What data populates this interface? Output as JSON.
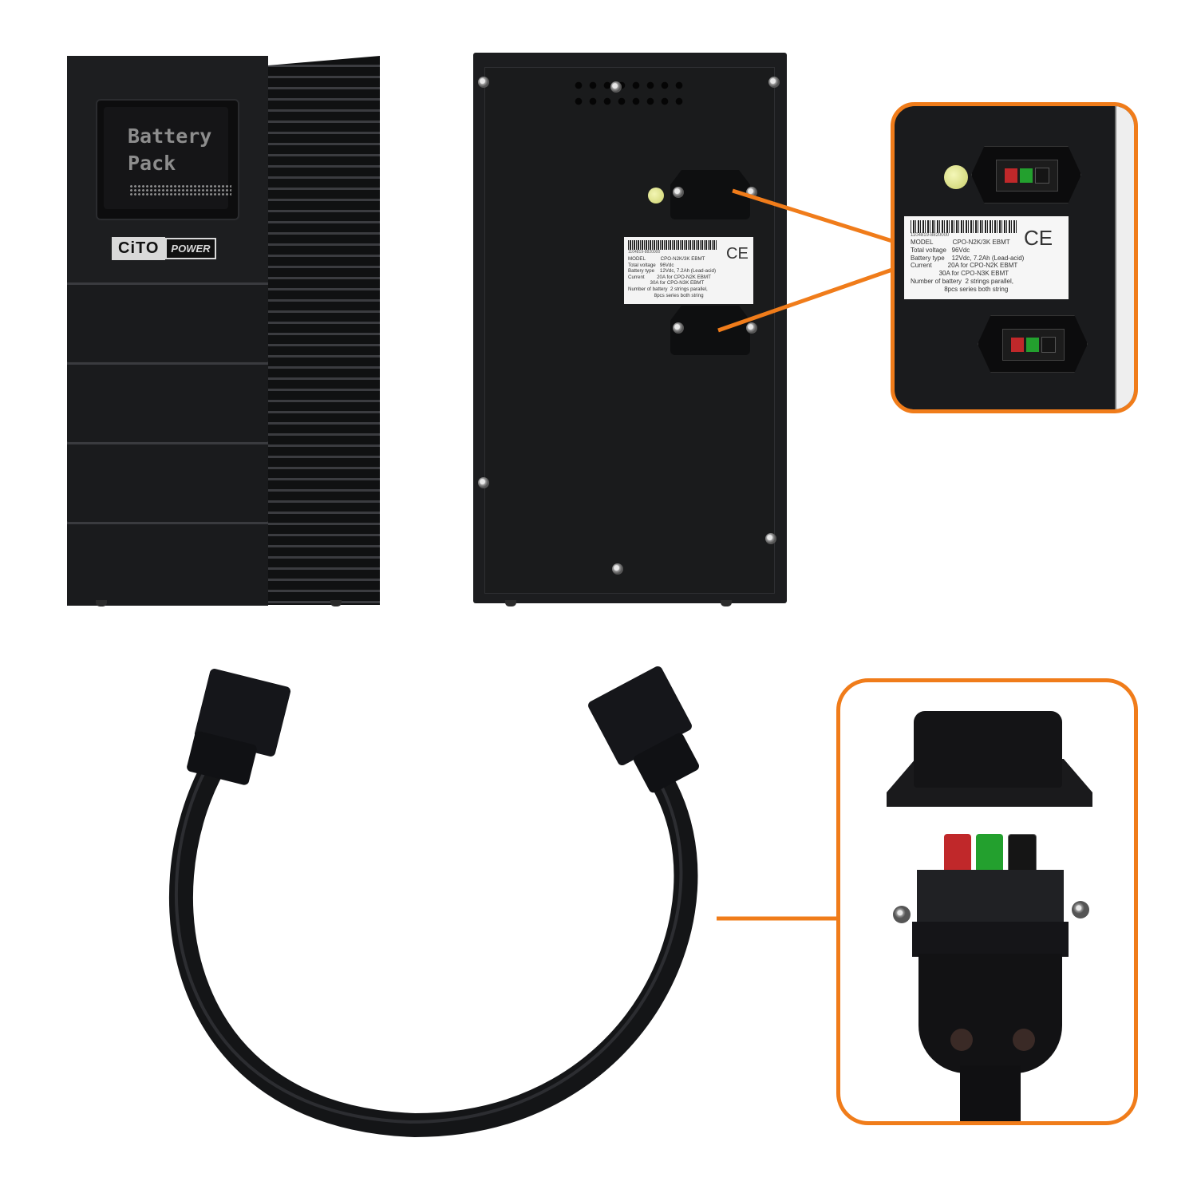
{
  "front_unit": {
    "window_line1": "Battery",
    "window_line2": "Pack",
    "brand_main": "CiTO",
    "brand_sub": "POWER"
  },
  "rear_label": {
    "serial": "1104819-8820000",
    "ce_mark": "CE",
    "lines": [
      "MODEL           CPO-N2K/3K EBMT",
      "Total voltage   96Vdc",
      "Battery type    12Vdc, 7.2Ah (Lead-acid)",
      "Current         20A for CPO-N2K EBMT",
      "                30A for CPO-N3K EBMT",
      "Number of battery  2 strings parallel,",
      "                   8pcs series both string"
    ]
  },
  "zoom_label": {
    "serial": "1104819-8820000",
    "ce_mark": "CE",
    "lines": [
      "MODEL           CPO-N2K/3K EBMT",
      "Total voltage   96Vdc",
      "Battery type    12Vdc, 7.2Ah (Lead-acid)",
      "Current         20A for CPO-N2K EBMT",
      "                30A for CPO-N3K EBMT",
      "Number of battery  2 strings parallel,",
      "                   8pcs series both string"
    ]
  },
  "colors": {
    "callout_orange": "#f07c1a",
    "pin_red": "#c0282a",
    "pin_green": "#23a02e",
    "pin_black": "#151515",
    "unit_black": "#1b1c1e"
  }
}
